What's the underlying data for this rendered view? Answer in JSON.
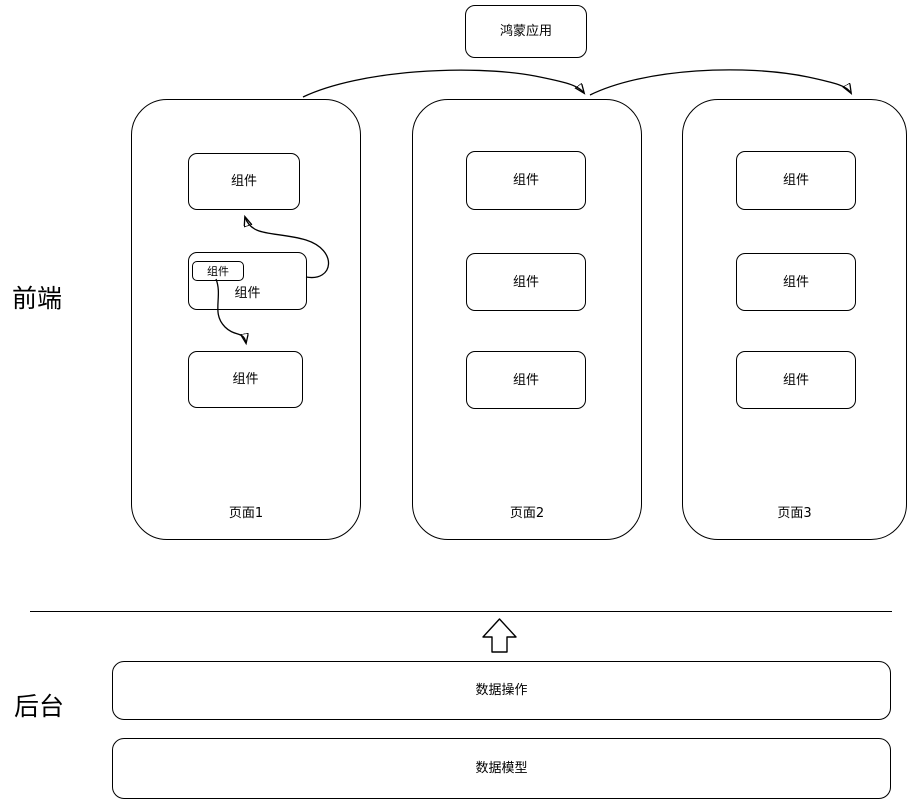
{
  "colors": {
    "stroke": "#000000",
    "background": "#ffffff",
    "text": "#000000"
  },
  "root": {
    "title": "鸿蒙应用"
  },
  "layers": {
    "frontend": {
      "label": "前端"
    },
    "backend": {
      "label": "后台"
    }
  },
  "pages": [
    {
      "label": "页面1",
      "components": {
        "top": "组件",
        "container": "组件",
        "container_inner": "组件",
        "bottom": "组件"
      }
    },
    {
      "label": "页面2",
      "components": [
        "组件",
        "组件",
        "组件"
      ]
    },
    {
      "label": "页面3",
      "components": [
        "组件",
        "组件",
        "组件"
      ]
    }
  ],
  "backend_boxes": {
    "data_operations": "数据操作",
    "data_model": "数据模型"
  },
  "icons": {
    "up_arrow": "hollow-up-arrow",
    "edge_arrowheads": "filled-triangle-arrow"
  }
}
